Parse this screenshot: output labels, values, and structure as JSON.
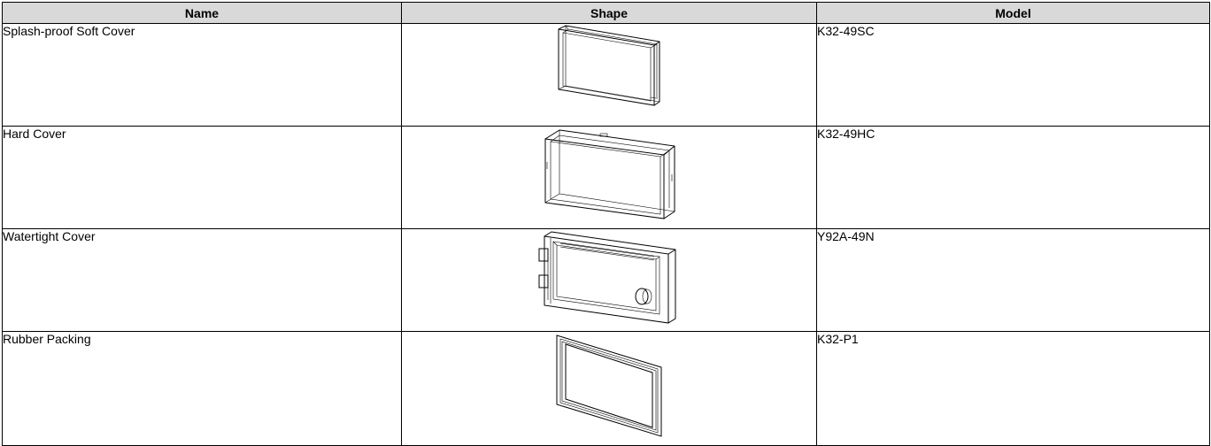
{
  "table": {
    "headers": {
      "name": "Name",
      "shape": "Shape",
      "model": "Model"
    },
    "rows": [
      {
        "name": "Splash-proof Soft Cover",
        "shape_icon": "soft-cover-illustration",
        "model": "K32-49SC"
      },
      {
        "name": "Hard Cover",
        "shape_icon": "hard-cover-illustration",
        "model": "K32-49HC"
      },
      {
        "name": "Watertight Cover",
        "shape_icon": "watertight-cover-illustration",
        "model": "Y92A-49N"
      },
      {
        "name": "Rubber Packing",
        "shape_icon": "rubber-packing-illustration",
        "model": "K32-P1"
      }
    ]
  }
}
